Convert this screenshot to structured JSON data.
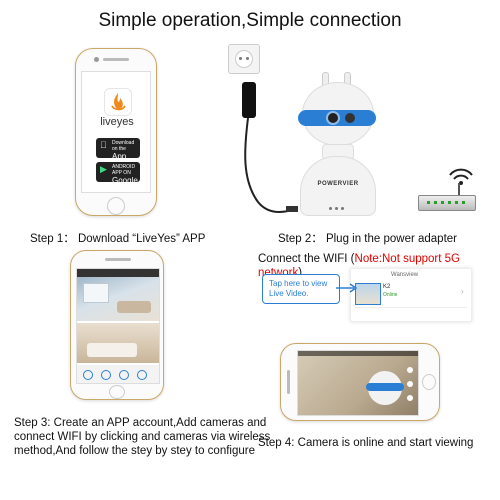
{
  "title": "Simple operation,Simple connection",
  "step1": {
    "caption": "Step 1： Download “LiveYes” APP"
  },
  "phone1": {
    "app_name": "liveyes",
    "app_store_line1": "Download on the",
    "app_store_line2": "App Store",
    "google_play_line1": "ANDROID APP ON",
    "google_play_line2": "Google play"
  },
  "step2": {
    "caption": "Step 2：  Plug in the power adapter"
  },
  "camera": {
    "brand": "POWERVIER"
  },
  "wifi": {
    "caption_prefix": "Connect the WIFI (",
    "caption_note": "Note:Not support 5G network",
    "caption_suffix": ")",
    "callout": "Tap here to view\nLive Video.",
    "app_header": "Wansview",
    "device_name": "K2",
    "device_status": "Online"
  },
  "step3": {
    "caption_line1": "Step 3: Create an APP account,Add cameras and",
    "caption_line2": "connect WIFI by clicking and cameras via wireless",
    "caption_line3": "method,And follow the stey by stey to configure"
  },
  "step4": {
    "caption": "Step 4: Camera is online and start viewing"
  },
  "colors": {
    "accent_blue": "#2a7fd4",
    "gold": "#c9a86a",
    "note_red": "#e00000"
  }
}
